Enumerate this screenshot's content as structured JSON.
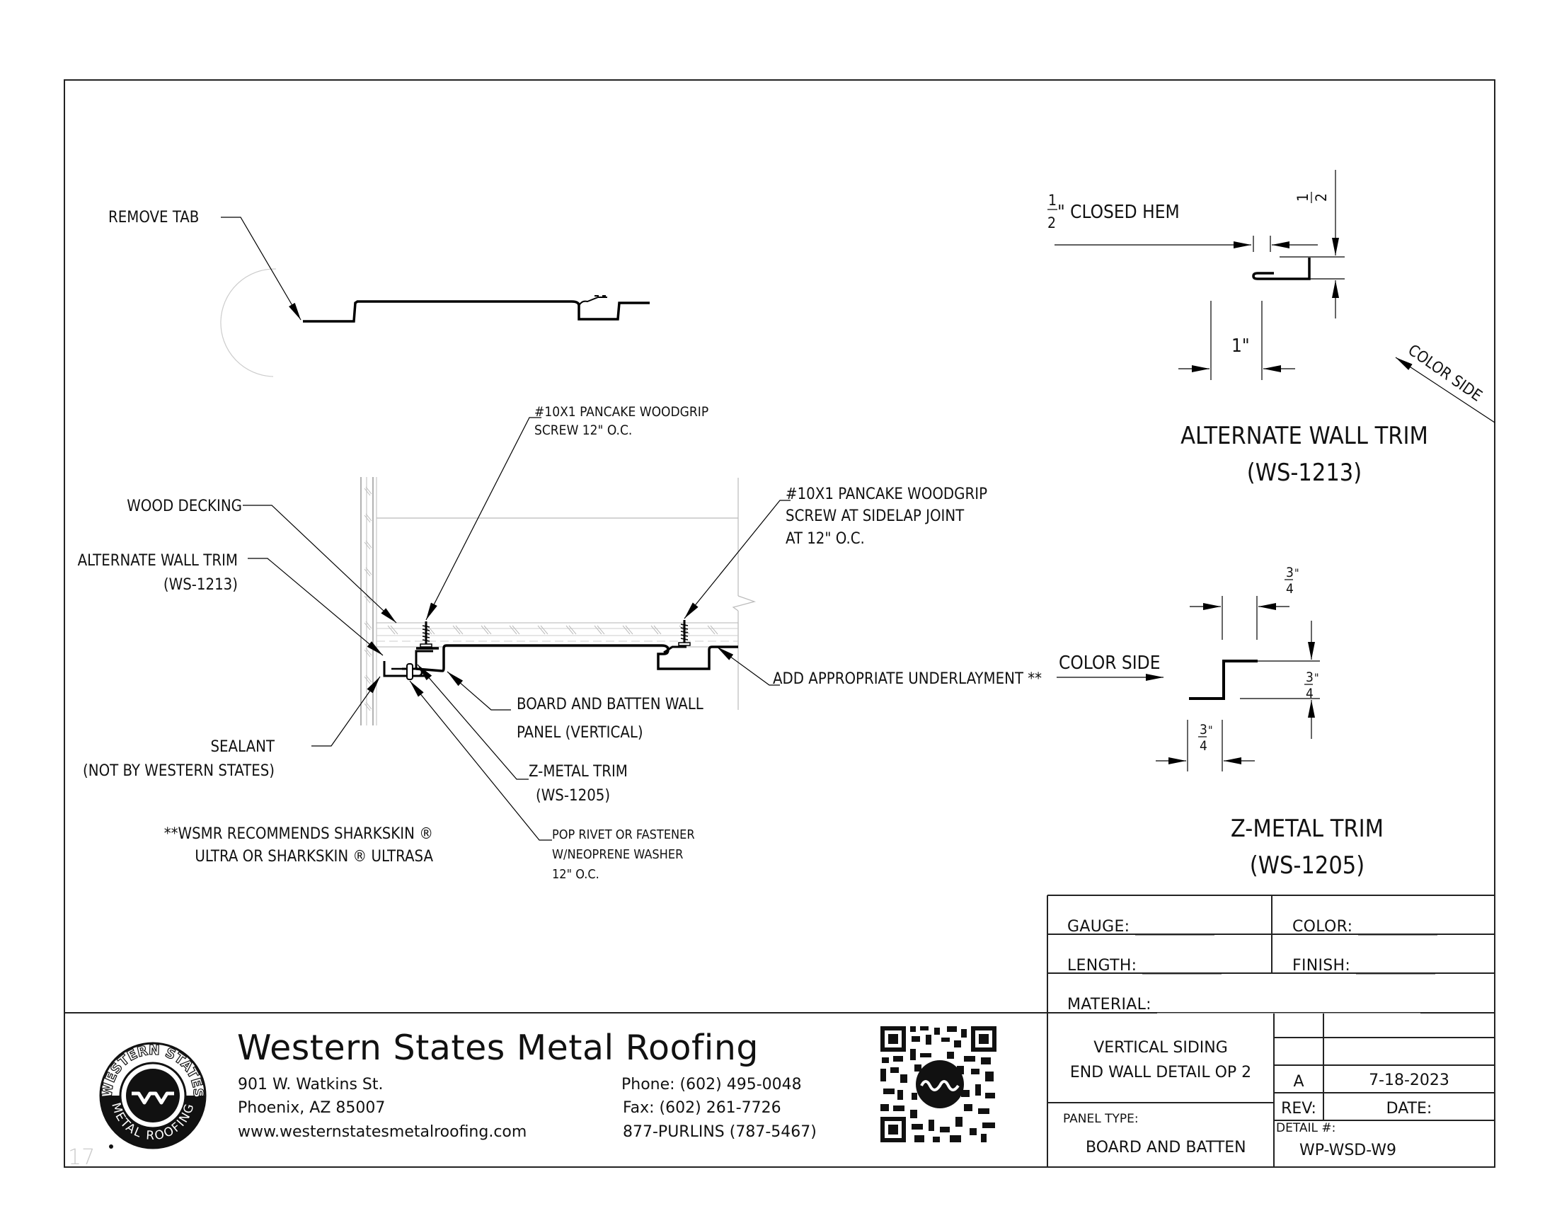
{
  "drawing": {
    "top_profile": {
      "remove_tab_label": "REMOVE TAB"
    },
    "section_callouts": {
      "screw_top_line1": "#10X1 PANCAKE WOODGRIP",
      "screw_top_line2": "SCREW 12\" O.C.",
      "screw_sidelap_line1": "#10X1 PANCAKE WOODGRIP",
      "screw_sidelap_line2": "SCREW AT SIDELAP JOINT",
      "screw_sidelap_line3": "AT 12\" O.C.",
      "wood_decking": "WOOD DECKING",
      "alt_wall_trim_line1": "ALTERNATE WALL TRIM",
      "alt_wall_trim_line2": "(WS-1213)",
      "underlayment": "ADD APPROPRIATE UNDERLAYMENT **",
      "panel_line1": "BOARD AND BATTEN WALL",
      "panel_line2": "PANEL (VERTICAL)",
      "sealant_line1": "SEALANT",
      "sealant_line2": "(NOT BY WESTERN STATES)",
      "zmetal_line1": "Z-METAL TRIM",
      "zmetal_line2": "(WS-1205)",
      "rivet_line1": "POP RIVET OR FASTENER",
      "rivet_line2": "W/NEOPRENE WASHER",
      "rivet_line3": "12\" O.C.",
      "note_line1": "**WSMR RECOMMENDS SHARKSKIN ®",
      "note_line2": "ULTRA OR SHARKSKIN ® ULTRASA"
    },
    "alternate_wall_trim": {
      "hem_fraction_num": "1",
      "hem_fraction_den": "2",
      "hem_label": "\" CLOSED HEM",
      "height_dim_num": "1",
      "height_dim_den": "2",
      "width_dim": "1\"",
      "color_side": "COLOR SIDE",
      "title": "ALTERNATE WALL TRIM",
      "part_no": "(WS-1213)"
    },
    "z_metal_trim": {
      "top_dim_num": "3",
      "top_dim_den": "4",
      "right_dim_num": "3",
      "right_dim_den": "4",
      "bottom_dim_num": "3",
      "bottom_dim_den": "4",
      "color_side": "COLOR SIDE",
      "title": "Z-METAL TRIM",
      "part_no": "(WS-1205)"
    }
  },
  "spec_table": {
    "gauge_label": "GAUGE:",
    "color_label": "COLOR:",
    "length_label": "LENGTH:",
    "finish_label": "FINISH:",
    "material_label": "MATERIAL:"
  },
  "title_block": {
    "company_name": "Western States Metal Roofing",
    "address_line1": "901 W. Watkins St.",
    "address_line2": "Phoenix, AZ 85007",
    "website": "www.westernstatesmetalroofing.com",
    "phone": "Phone: (602) 495-0048",
    "fax": "Fax: (602) 261-7726",
    "tollfree": "877-PURLINS (787-5467)",
    "logo_top_text": "WESTERN STATES",
    "logo_bottom_text": "METAL ROOFING",
    "sheet_marker": "17",
    "drawing_title_line1": "VERTICAL SIDING",
    "drawing_title_line2": "END WALL DETAIL OP 2",
    "panel_type_label": "PANEL TYPE:",
    "panel_type_value": "BOARD AND BATTEN",
    "rev_value": "A",
    "date_value": "7-18-2023",
    "rev_label": "REV:",
    "date_label": "DATE:",
    "detail_label": "DETAIL #:",
    "detail_value": "WP-WSD-W9"
  }
}
